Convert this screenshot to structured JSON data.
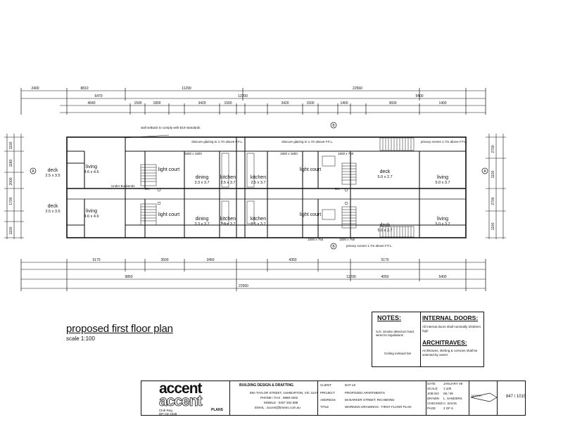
{
  "drawing": {
    "title": "proposed first floor plan",
    "scale": "scale 1:100"
  },
  "dimensions": {
    "overall": "22560",
    "top_row1": [
      "2400",
      "8810",
      "11290",
      "22560"
    ],
    "top_row2": [
      "6470",
      "12200",
      "9400"
    ],
    "top_row3": [
      "4640",
      "1500",
      "1800",
      "3420",
      "1500",
      "3420",
      "1500",
      "1400",
      "3600",
      "1400"
    ],
    "bottom_row1": [
      "5170",
      "3500",
      "3450",
      "4350",
      "5170"
    ],
    "bottom_row2": [
      "9850",
      "11290",
      "4050",
      "5400"
    ],
    "left_side": [
      "1100",
      "1180",
      "2000",
      "1700",
      "1100"
    ],
    "right_side": [
      "2700",
      "1100",
      "2700",
      "1100"
    ]
  },
  "rooms": [
    {
      "name": "deck",
      "size": "2.5 x 3.5"
    },
    {
      "name": "living",
      "size": "4.6 x 4.6"
    },
    {
      "name": "light court",
      "size": ""
    },
    {
      "name": "dining",
      "size": "3.3 x 3.7"
    },
    {
      "name": "kitchen",
      "size": "2.5 x 3.7"
    },
    {
      "name": "kitchen",
      "size": "2.5 x 3.7"
    },
    {
      "name": "light court",
      "size": ""
    },
    {
      "name": "deck",
      "size": "5.0 x 2.7"
    },
    {
      "name": "living",
      "size": "5.0 x 3.7"
    },
    {
      "name": "deck",
      "size": "2.5 x 3.5"
    },
    {
      "name": "living",
      "size": "4.6 x 4.6"
    },
    {
      "name": "light court",
      "size": ""
    },
    {
      "name": "dining",
      "size": "3.3 x 3.7"
    },
    {
      "name": "kitchen",
      "size": "2.5 x 3.7"
    },
    {
      "name": "kitchen",
      "size": "2.5 x 3.7"
    },
    {
      "name": "light court",
      "size": ""
    },
    {
      "name": "deck",
      "size": "5.0 x 2.7"
    },
    {
      "name": "living",
      "size": "5.0 x 3.7"
    }
  ],
  "annotations": {
    "wall_setback": "wall setback to comply with B19 standards",
    "obscure_glazing_1": "obscure glazing to 1.7m above F.F.L.",
    "obscure_glazing_2": "obscure glazing to 1.7m above F.F.L.",
    "privacy_screen_top": "privacy screen 1.7m above F.F.L.",
    "privacy_screen_bottom": "privacy screen 1.7m above F.F.L.",
    "window_1": "1500 x 1800",
    "window_2": "1500 x 1800",
    "window_3": "1500 x 750",
    "window_4": "1500 x 750",
    "window_5": "1500 x 750",
    "under_bookends": "Under Bookends",
    "dn": "DN",
    "grid_a": "A",
    "grid_b": "B"
  },
  "notes": {
    "title": "NOTES:",
    "smoke": "S.D.  Smoke detectors hard wired to regulations",
    "exhaust": "Ceiling exhaust fan"
  },
  "internal_doors": {
    "title": "INTERNAL DOORS:",
    "text": "All internal doors shall nominally 2040mm high"
  },
  "architraves": {
    "title": "ARCHITRAVES:",
    "text": "Architraves, skirting & cornices shall be selected by owner"
  },
  "title_block": {
    "logo_line1": "accent",
    "logo_line2": "accent",
    "logo_sub": "PLANS",
    "firm": "BUILDING DESIGN & DRAFTING",
    "address": "89A TAYLOR STREET, ASHBURTON, VIC 3147",
    "phone": "PHONE / FAX : 9886 0402",
    "mobile": "MOBILE : 0407 302 688",
    "email": "EMAIL : accent@bmetro.com.au",
    "reg_label": "Club Reg.",
    "reg_no": "DP-AD 1048",
    "client_label": "CLIENT",
    "client": "DAT LE",
    "project_label": "PROJECT",
    "project": "PROPOSED APARTMENTS",
    "address_label": "ADDRESS",
    "site_address": "68 BARKER STREET, RICHMOND",
    "title_label": "TITLE",
    "title": "WORKING DRAWINGS - FIRST FLOOR PLAN",
    "date_label": "DATE",
    "date": "JANUARY 09",
    "scale_label": "SCALE",
    "scale": "1:100",
    "job_label": "JOB NO",
    "job": "08 / 09",
    "drawn_label": "DRAWN",
    "drawn": "L. SANDERS",
    "checked_label": "CHECKED",
    "checked": "C. DAVIS",
    "page_label": "PAGE",
    "page": "2 OF 6",
    "north": "NORTH",
    "drawing_no": "847 / 1015"
  }
}
